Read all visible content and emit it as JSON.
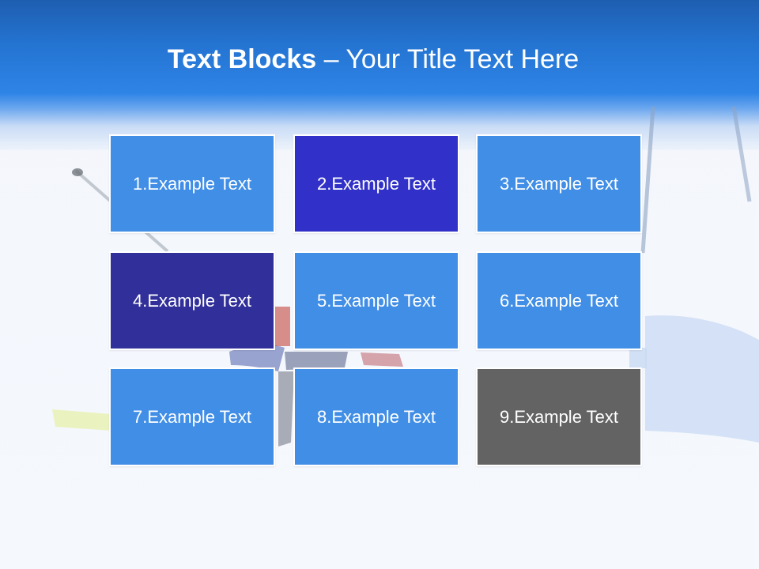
{
  "slide": {
    "title_bold": "Text Blocks",
    "title_dash": " – ",
    "title_rest": "Your Title Text Here",
    "background_color": "#f5f8fd",
    "header_color": "#2a7fe0"
  },
  "blocks": [
    {
      "label": "1.Example Text",
      "color": "#418ee6"
    },
    {
      "label": "2.Example Text",
      "color": "#3131c9"
    },
    {
      "label": "3.Example Text",
      "color": "#418ee6"
    },
    {
      "label": "4.Example Text",
      "color": "#31309a"
    },
    {
      "label": "5.Example Text",
      "color": "#418ee6"
    },
    {
      "label": "6.Example Text",
      "color": "#418ee6"
    },
    {
      "label": "7.Example Text",
      "color": "#418ee6"
    },
    {
      "label": "8.Example Text",
      "color": "#418ee6"
    },
    {
      "label": "9.Example Text",
      "color": "#636363"
    }
  ]
}
